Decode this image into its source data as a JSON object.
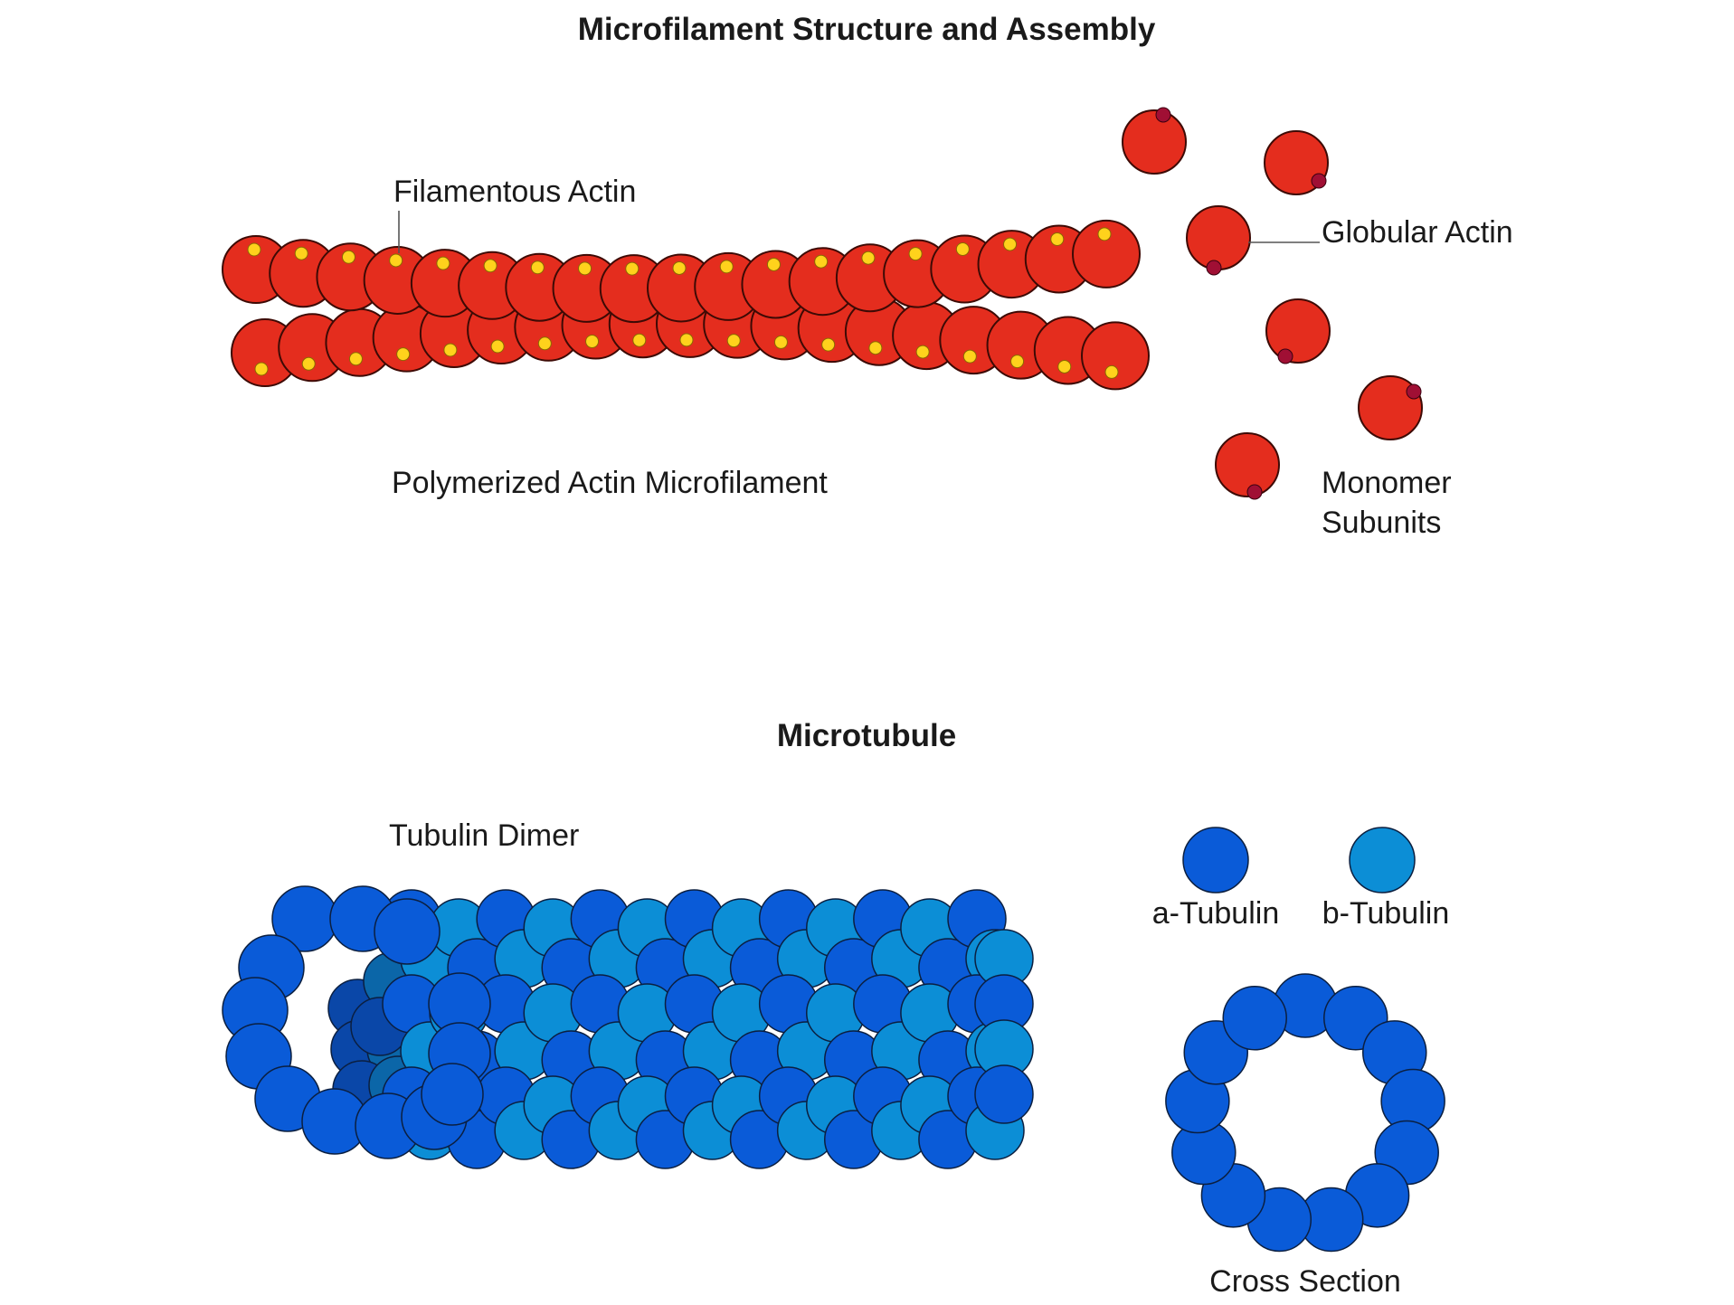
{
  "microfilament": {
    "title": "Microfilament Structure and Assembly",
    "filamentous_actin": "Filamentous Actin",
    "globular_actin": "Globular Actin",
    "polymerized_label": "Polymerized Actin Microfilament",
    "monomer_line1": "Monomer",
    "monomer_line2": "Subunits"
  },
  "microtubule": {
    "title": "Microtubule",
    "tubulin_dimer": "Tubulin Dimer",
    "alpha_tubulin": "a-Tubulin",
    "beta_tubulin": "b-Tubulin",
    "cross_section": "Cross Section"
  },
  "colors": {
    "actin": "#e42d1e",
    "actin_stroke": "#3d0a05",
    "atp_dot": "#ffd21c",
    "adp_dot": "#a00f34",
    "alpha_tubulin": "#0a5bd8",
    "beta_tubulin": "#0c8ed6",
    "tubulin_stroke": "#0b1f40",
    "lumen_dark": "#0a47a8",
    "lumen_mid": "#0b66a8"
  }
}
